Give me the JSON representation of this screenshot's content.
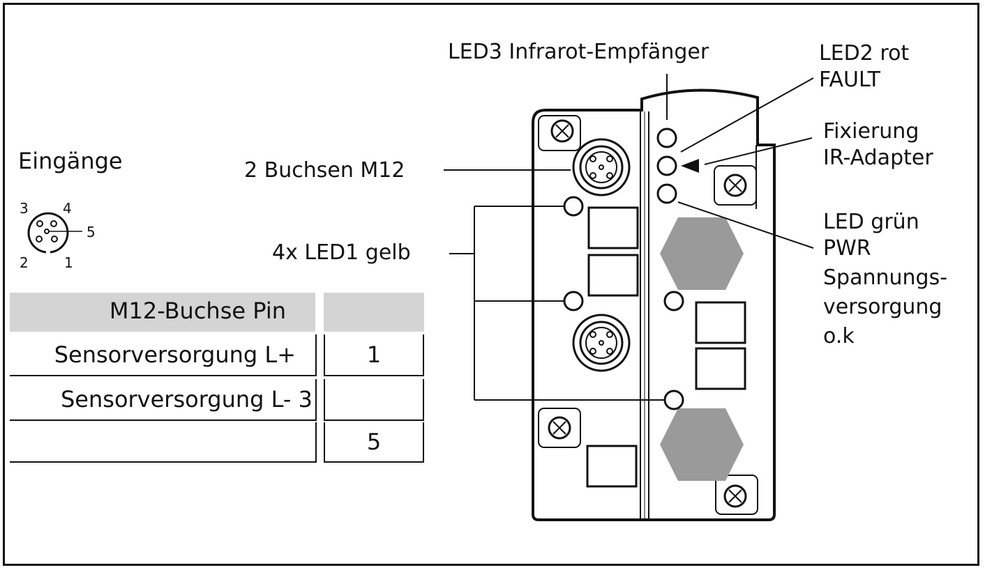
{
  "title": "Eingänge",
  "pinout": {
    "pin_numbers": [
      "3",
      "4",
      "5",
      "2",
      "1"
    ]
  },
  "table": {
    "header": [
      "M12-Buchse Pin",
      ""
    ],
    "rows": [
      [
        "Sensorversorgung L+",
        "1"
      ],
      [
        "Sensorversorgung L- 3",
        ""
      ],
      [
        "",
        "5"
      ]
    ]
  },
  "labels": {
    "led3": "LED3 Infrarot-Empfänger",
    "led2": [
      "LED2 rot",
      "FAULT"
    ],
    "fixierung": [
      "Fixierung",
      "IR-Adapter"
    ],
    "buchsen": "2 Buchsen M12",
    "led1": "4x LED1 gelb",
    "led_green": [
      "LED grün",
      "PWR",
      "Spannungs-",
      "versorgung",
      "o.k"
    ]
  }
}
